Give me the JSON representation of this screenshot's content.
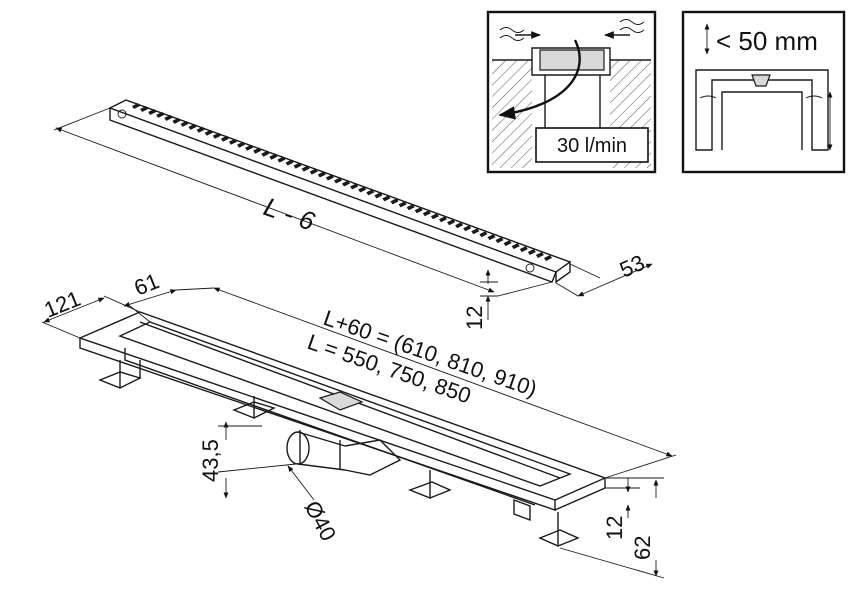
{
  "inset_flow": {
    "flow_label": "30 l/min"
  },
  "inset_water": {
    "height_label": "< 50 mm"
  },
  "grate": {
    "length_label": "L - 6",
    "width_label": "53",
    "height_label": "12"
  },
  "channel": {
    "total_length_label": "L+60 = (610, 810, 910)",
    "length_values_label": "L = 550, 750, 850",
    "width_outer_label": "121",
    "width_inner_label": "61",
    "outlet_height_label": "43,5",
    "outlet_diameter_label": "Ø40",
    "rim_height_label": "12",
    "overall_height_label": "62"
  },
  "colors": {
    "line": "#1a1a1a",
    "fill_grey": "#d9d9d9",
    "background": "#ffffff"
  }
}
